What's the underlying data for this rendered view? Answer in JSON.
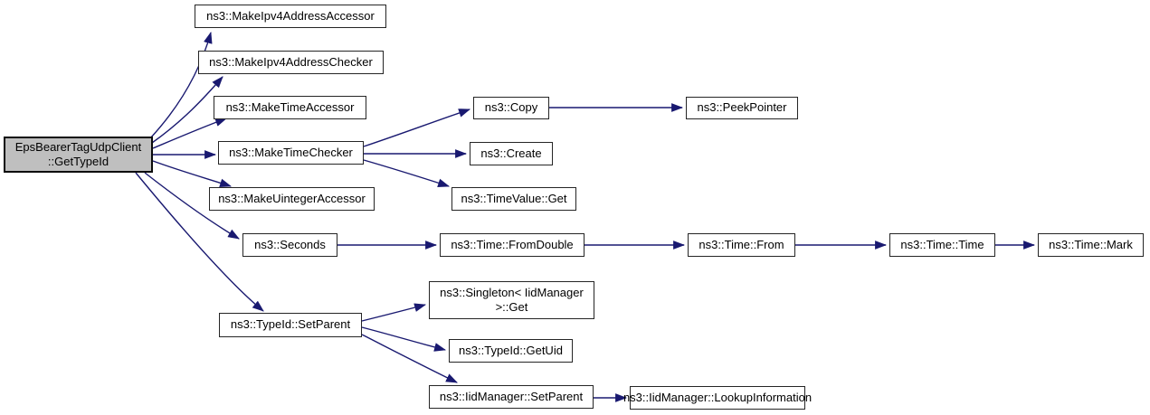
{
  "diagram": {
    "type": "call-graph",
    "colors": {
      "edge": "#191970",
      "node_border": "#252525",
      "node_fill": "#ffffff",
      "highlight_fill": "#bfbfbf",
      "text": "#000000",
      "background": "#ffffff"
    },
    "nodes": [
      {
        "id": "main",
        "label": "EpsBearerTagUdpClient\n::GetTypeId",
        "highlighted": true
      },
      {
        "id": "make-ipv4-address-accessor",
        "label": "ns3::MakeIpv4AddressAccessor"
      },
      {
        "id": "make-ipv4-address-checker",
        "label": "ns3::MakeIpv4AddressChecker"
      },
      {
        "id": "make-time-accessor",
        "label": "ns3::MakeTimeAccessor"
      },
      {
        "id": "make-time-checker",
        "label": "ns3::MakeTimeChecker"
      },
      {
        "id": "make-uinteger-accessor",
        "label": "ns3::MakeUintegerAccessor"
      },
      {
        "id": "seconds",
        "label": "ns3::Seconds"
      },
      {
        "id": "copy",
        "label": "ns3::Copy"
      },
      {
        "id": "create",
        "label": "ns3::Create"
      },
      {
        "id": "timevalue-get",
        "label": "ns3::TimeValue::Get"
      },
      {
        "id": "peek-pointer",
        "label": "ns3::PeekPointer"
      },
      {
        "id": "time-fromdouble",
        "label": "ns3::Time::FromDouble"
      },
      {
        "id": "time-from",
        "label": "ns3::Time::From"
      },
      {
        "id": "time-time",
        "label": "ns3::Time::Time"
      },
      {
        "id": "time-mark",
        "label": "ns3::Time::Mark"
      },
      {
        "id": "typeid-setparent",
        "label": "ns3::TypeId::SetParent"
      },
      {
        "id": "singleton-iidmanager-get",
        "label": "ns3::Singleton< IidManager\n>::Get"
      },
      {
        "id": "typeid-getuid",
        "label": "ns3::TypeId::GetUid"
      },
      {
        "id": "iidmanager-setparent",
        "label": "ns3::IidManager::SetParent"
      },
      {
        "id": "iidmanager-lookupinformation",
        "label": "ns3::IidManager::LookupInformation"
      }
    ],
    "edges": [
      {
        "from": "main",
        "to": "make-ipv4-address-accessor"
      },
      {
        "from": "main",
        "to": "make-ipv4-address-checker"
      },
      {
        "from": "main",
        "to": "make-time-accessor"
      },
      {
        "from": "main",
        "to": "make-time-checker"
      },
      {
        "from": "main",
        "to": "make-uinteger-accessor"
      },
      {
        "from": "main",
        "to": "seconds"
      },
      {
        "from": "main",
        "to": "typeid-setparent"
      },
      {
        "from": "make-time-checker",
        "to": "copy"
      },
      {
        "from": "make-time-checker",
        "to": "create"
      },
      {
        "from": "make-time-checker",
        "to": "timevalue-get"
      },
      {
        "from": "copy",
        "to": "peek-pointer"
      },
      {
        "from": "seconds",
        "to": "time-fromdouble"
      },
      {
        "from": "time-fromdouble",
        "to": "time-from"
      },
      {
        "from": "time-from",
        "to": "time-time"
      },
      {
        "from": "time-time",
        "to": "time-mark"
      },
      {
        "from": "typeid-setparent",
        "to": "singleton-iidmanager-get"
      },
      {
        "from": "typeid-setparent",
        "to": "typeid-getuid"
      },
      {
        "from": "typeid-setparent",
        "to": "iidmanager-setparent"
      },
      {
        "from": "iidmanager-setparent",
        "to": "iidmanager-lookupinformation"
      }
    ]
  }
}
